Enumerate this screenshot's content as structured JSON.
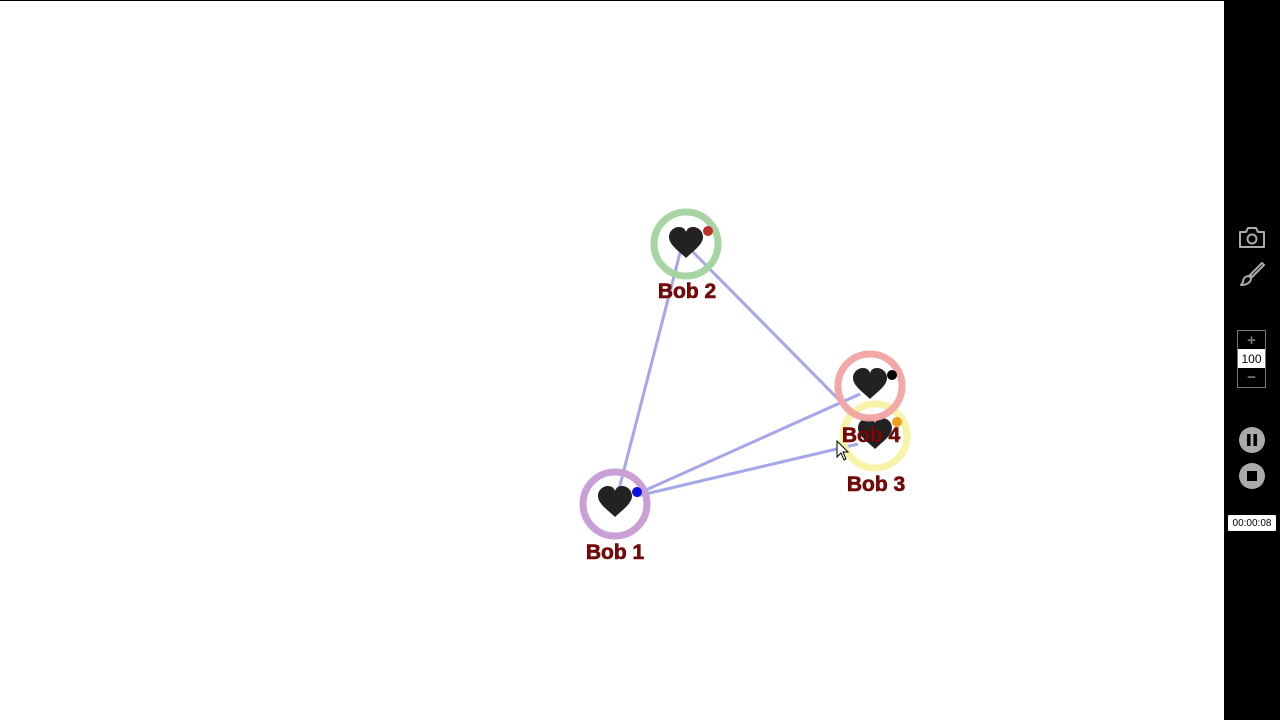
{
  "graph": {
    "nodes": [
      {
        "id": "bob1",
        "label": "Bob 1",
        "ring_color": "#c9a0d6",
        "dot_color": "#1010e0"
      },
      {
        "id": "bob2",
        "label": "Bob 2",
        "ring_color": "#a6d4a2",
        "dot_color": "#c0302a"
      },
      {
        "id": "bob3",
        "label": "Bob 3",
        "ring_color": "#f6f3a0",
        "dot_color": "#f0a020"
      },
      {
        "id": "bob4",
        "label": "Bob 4",
        "ring_color": "#f2a3a3",
        "dot_color": "#000000"
      }
    ],
    "edges": [
      {
        "from": "Bob 1",
        "to": "Bob 2"
      },
      {
        "from": "Bob 2",
        "to": "Bob 4"
      },
      {
        "from": "Bob 1",
        "to": "Bob 4"
      },
      {
        "from": "Bob 1",
        "to": "Bob 3"
      }
    ],
    "edge_color": "#a6a6ea",
    "label_color": "#7a0a0a",
    "node_icon": "heart-icon"
  },
  "sidebar": {
    "camera_icon": "camera-icon",
    "brush_icon": "brush-icon",
    "zoom": {
      "plus": "+",
      "value": "100",
      "minus": "−"
    },
    "pause_icon": "pause-icon",
    "stop_icon": "stop-icon",
    "timer": "00:00:08"
  }
}
